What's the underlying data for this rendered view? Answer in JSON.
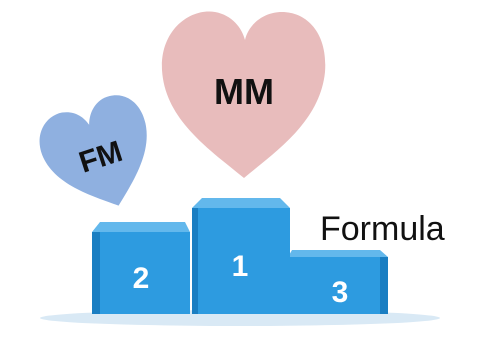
{
  "hearts": {
    "large": {
      "label": "MM",
      "color": "#e8bcbc",
      "text_color": "#111111"
    },
    "small": {
      "label": "FM",
      "color": "#8fb0e0",
      "text_color": "#111111"
    }
  },
  "podium": {
    "color": "#2d9be0",
    "top_color": "#63b8ec",
    "side_color": "#1a7ec2",
    "places": [
      {
        "label": "1"
      },
      {
        "label": "2"
      },
      {
        "label": "3"
      }
    ]
  },
  "caption": "Formula"
}
